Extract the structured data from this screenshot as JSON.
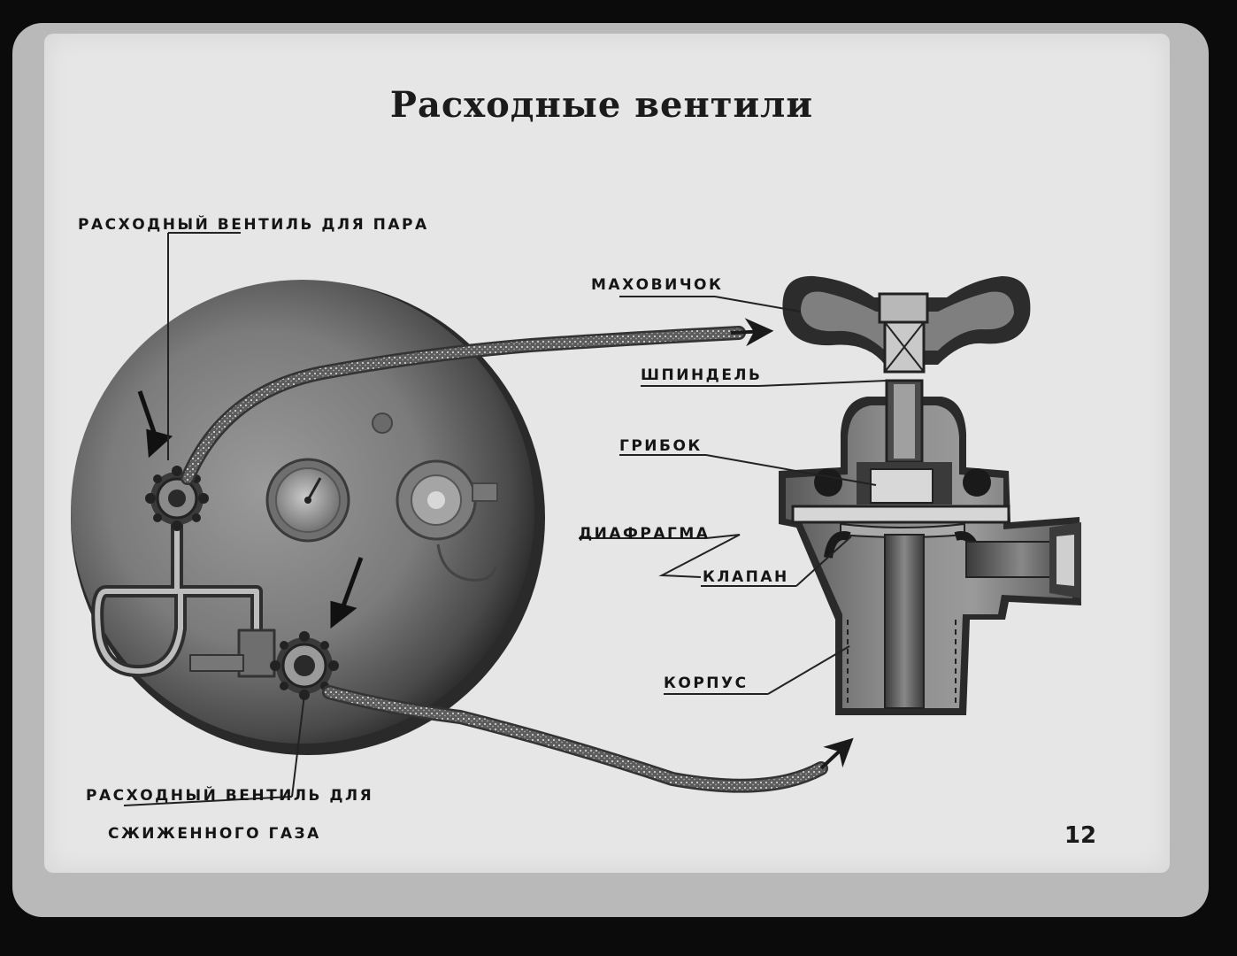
{
  "title": "Расходные вентили",
  "labels": {
    "steam_valve": "РАСХОДНЫЙ ВЕНТИЛЬ ДЛЯ ПАРА",
    "gas_valve_line1": "РАСХОДНЫЙ ВЕНТИЛЬ ДЛЯ",
    "gas_valve_line2": "СЖИЖЕННОГО ГАЗА",
    "handwheel": "МАХОВИЧОК",
    "spindle": "ШПИНДЕЛЬ",
    "mushroom": "ГРИБОК",
    "diaphragm": "ДИАФРАГМА",
    "valve_plug": "КЛАПАН",
    "body": "КОРПУС"
  },
  "slide_number": "12",
  "colors": {
    "background": "#e6e6e6",
    "frame": "#b9b9b9",
    "ink": "#151515"
  }
}
